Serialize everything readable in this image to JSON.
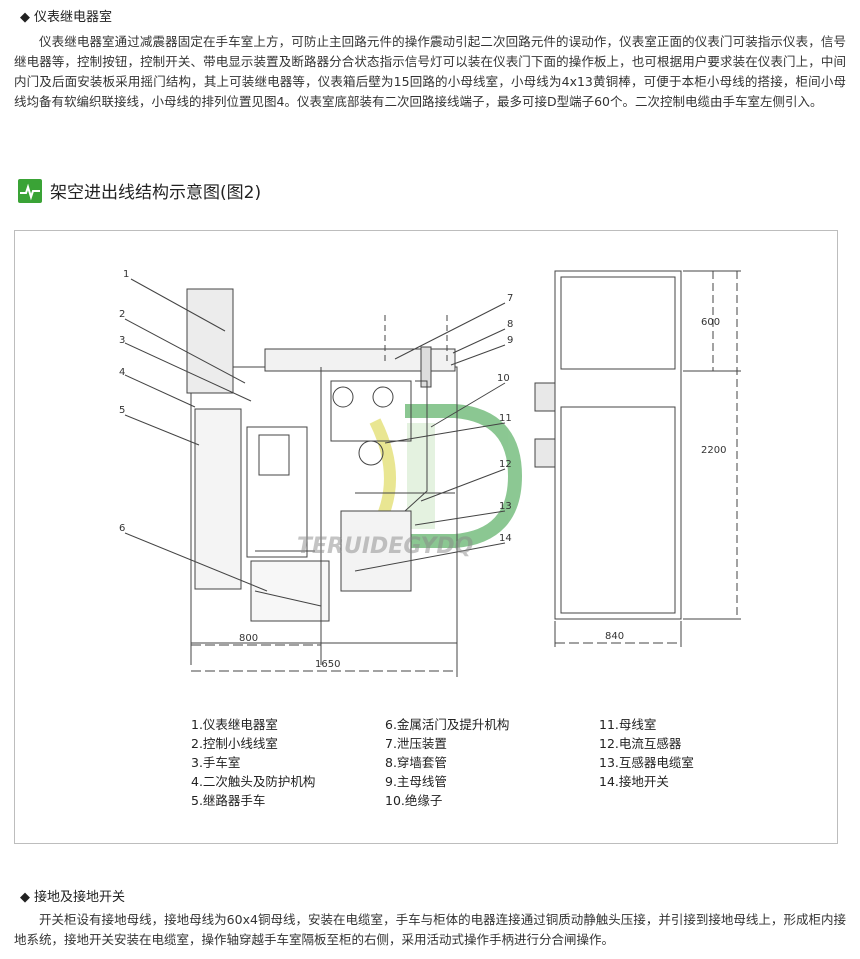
{
  "section1": {
    "title": "仪表继电器室",
    "paragraph": "仪表继电器室通过减震器固定在手车室上方，可防止主回路元件的操作震动引起二次回路元件的误动作，仪表室正面的仪表门可装指示仪表，信号继电器等，控制按钮，控制开关、带电显示装置及断路器分合状态指示信号灯可以装在仪表门下面的操作板上，也可根据用户要求装在仪表门上，中间内门及后面安装板采用摇门结构，其上可装继电器等，仪表箱后壁为15回路的小母线室，小母线为4x13黄铜棒，可便于本柜小母线的搭接，柜间小母线均备有软编织联接线，小母线的排列位置见图4。仪表室底部装有二次回路接线端子，最多可接D型端子60个。二次控制电缆由手车室左侧引入。"
  },
  "figure": {
    "heading": "架空进出线结构示意图(图2)",
    "callouts": [
      "1",
      "2",
      "3",
      "4",
      "5",
      "6",
      "7",
      "8",
      "9",
      "10",
      "11",
      "12",
      "13",
      "14"
    ],
    "dimensions": {
      "left_width": "800",
      "total_depth": "1650",
      "right_width": "840",
      "top_height": "600",
      "total_height": "2200"
    },
    "watermark": "TERUIDEGYDQ",
    "legend": {
      "col1": [
        "1.仪表继电器室",
        "2.控制小线线室",
        "3.手车室",
        "4.二次触头及防护机构",
        "5.继路器手车"
      ],
      "col2": [
        "6.金属活门及提升机构",
        "7.泄压装置",
        "8.穿墙套管",
        "9.主母线管",
        "10.绝缘子"
      ],
      "col3": [
        "11.母线室",
        "12.电流互感器",
        "13.互感器电缆室",
        "14.接地开关"
      ]
    }
  },
  "section2": {
    "title": "接地及接地开关",
    "paragraph": "开关柜设有接地母线，接地母线为60x4铜母线，安装在电缆室，手车与柜体的电器连接通过铜质动静触头压接，并引接到接地母线上，形成柜内接地系统，接地开关安装在电缆室，操作轴穿越手车室隔板至柜的右侧，采用活动式操作手柄进行分合闸操作。"
  },
  "colors": {
    "accent_green": "#3aa336",
    "watermark_green": "#2e9a3a",
    "watermark_yellow": "#d8d23a"
  }
}
